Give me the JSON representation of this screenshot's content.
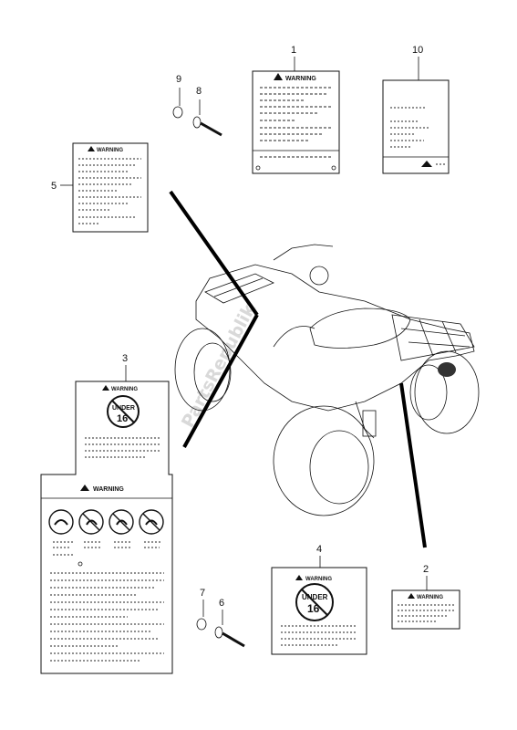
{
  "callouts": {
    "c1": "1",
    "c2": "2",
    "c3": "3",
    "c4": "4",
    "c5": "5",
    "c6": "6",
    "c7": "7",
    "c8": "8",
    "c9": "9",
    "c10": "10"
  },
  "labels": {
    "warning": "WARNING",
    "under": "UNDER",
    "age": "16"
  },
  "watermark": "PartsRepublik"
}
